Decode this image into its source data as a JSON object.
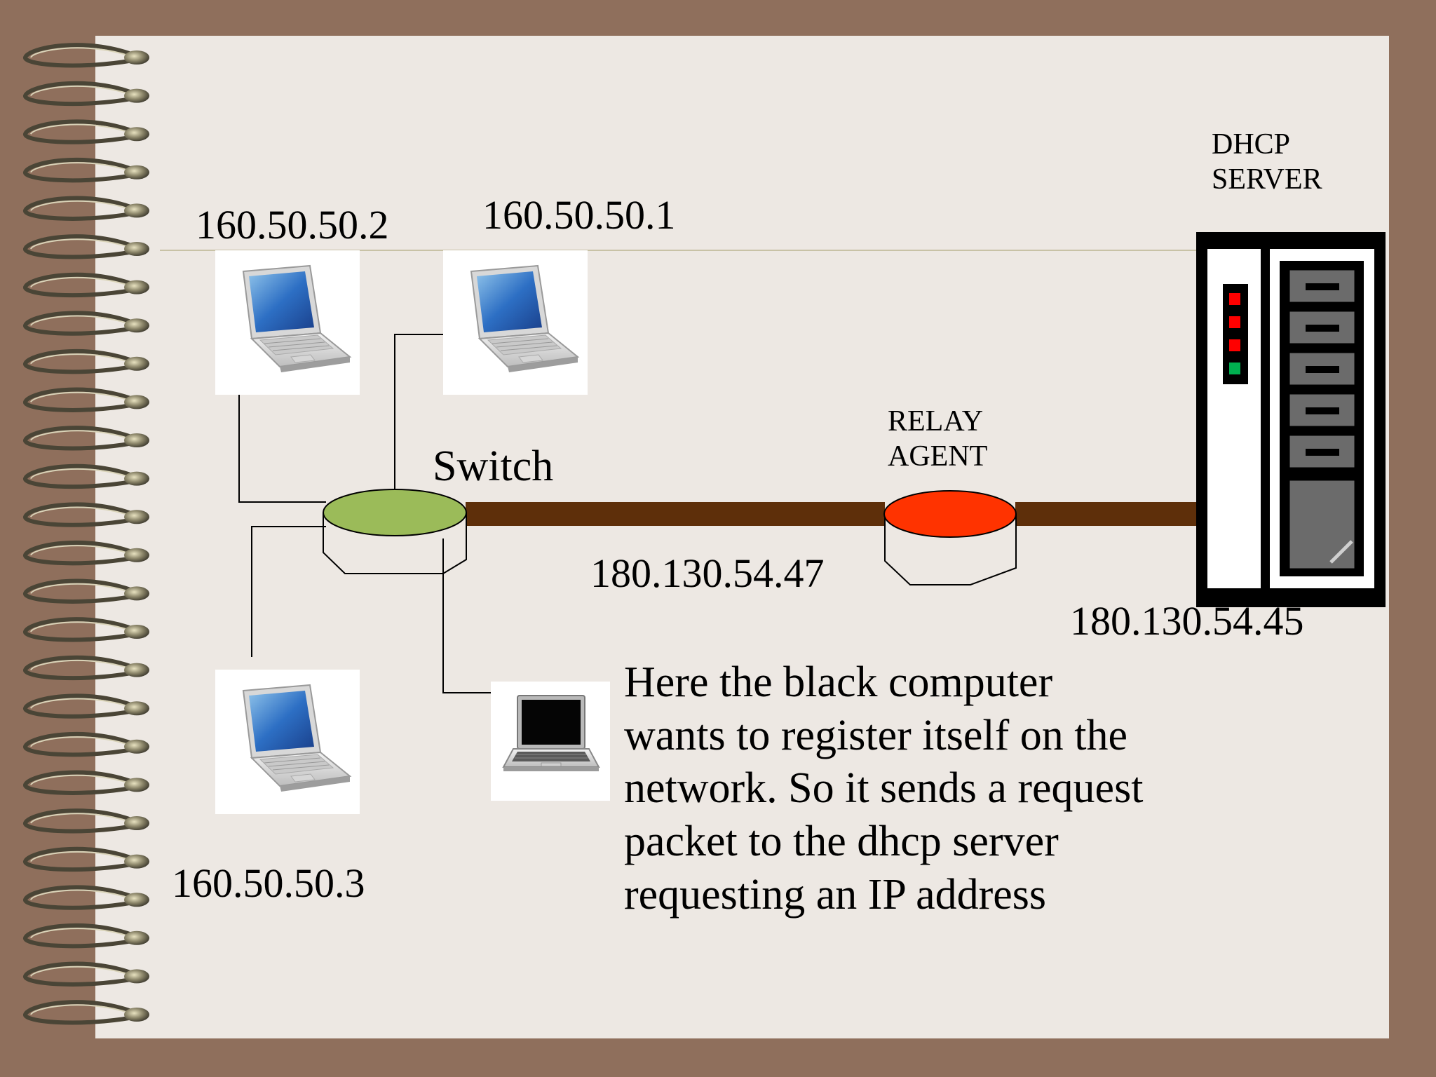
{
  "labels": {
    "switch": "Switch",
    "relay_agent": "RELAY\nAGENT",
    "dhcp_server": "DHCP\nSERVER"
  },
  "ips": {
    "pc_top_left": "160.50.50.2",
    "pc_top_right": "160.50.50.1",
    "pc_bottom_left": "160.50.50.3",
    "switch_relay_link": "180.130.54.47",
    "relay_server_link": "180.130.54.45"
  },
  "description": "Here the black computer wants to register itself on the network. So it sends a request packet to the dhcp server requesting an IP address",
  "colors": {
    "switch": "#9bbb59",
    "relay_agent": "#ff3300",
    "link": "#5e2f0a",
    "server_led_red": "#ff0000",
    "server_led_green": "#00b050"
  },
  "icons": {
    "laptop": "laptop-icon",
    "black_laptop": "black-laptop-icon",
    "server": "server-icon",
    "spiral": "spiral-binding-icon"
  }
}
